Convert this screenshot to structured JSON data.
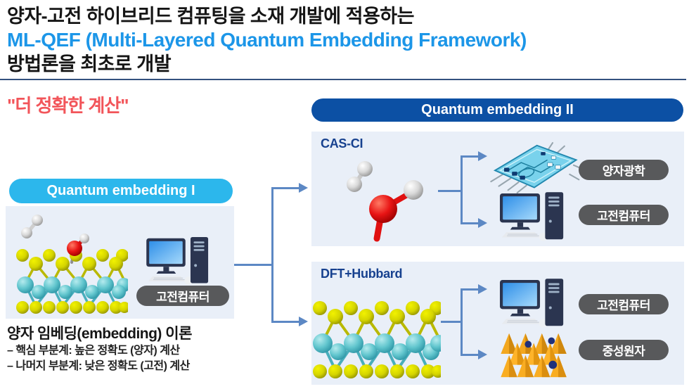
{
  "title": {
    "line1": "양자-고전 하이브리드 컴퓨팅을 소재 개발에 적용하는",
    "line2": "ML-QEF (Multi-Layered Quantum Embedding Framework)",
    "line3": "방법론을 최초로 개발"
  },
  "quote": "\"더 정확한 계산\"",
  "qe1": {
    "title": "Quantum embedding I",
    "badge": "고전컴퓨터"
  },
  "qe2": {
    "title": "Quantum embedding II",
    "cas": {
      "label": "CAS-CI",
      "badge_top": "양자광학",
      "badge_bottom": "고전컴퓨터"
    },
    "dft": {
      "label": "DFT+Hubbard",
      "badge_top": "고전컴퓨터",
      "badge_bottom": "중성원자"
    }
  },
  "theory": {
    "title": "양자 임베딩(embedding) 이론",
    "line1": "– 핵심 부분계: 높은 정확도 (양자) 계산",
    "line2": "– 나머지 부분계: 낮은 정확도 (고전) 계산"
  },
  "icons": {
    "classical_computer": "desktop-computer-icon",
    "photonic_chip": "photonic-chip-icon",
    "optical_lattice": "optical-lattice-icon",
    "molecule": "molecule-icon",
    "crystal_slab": "crystal-slab-icon"
  },
  "colors": {
    "accent_blue": "#1c96e8",
    "quote_red": "#f2555a",
    "pill_navy": "#0c50a4",
    "pill_cyan": "#2cb7ec",
    "badge_gray": "#58595b",
    "panel_bg": "#e9eff8",
    "arrow_blue": "#5c88c4"
  }
}
